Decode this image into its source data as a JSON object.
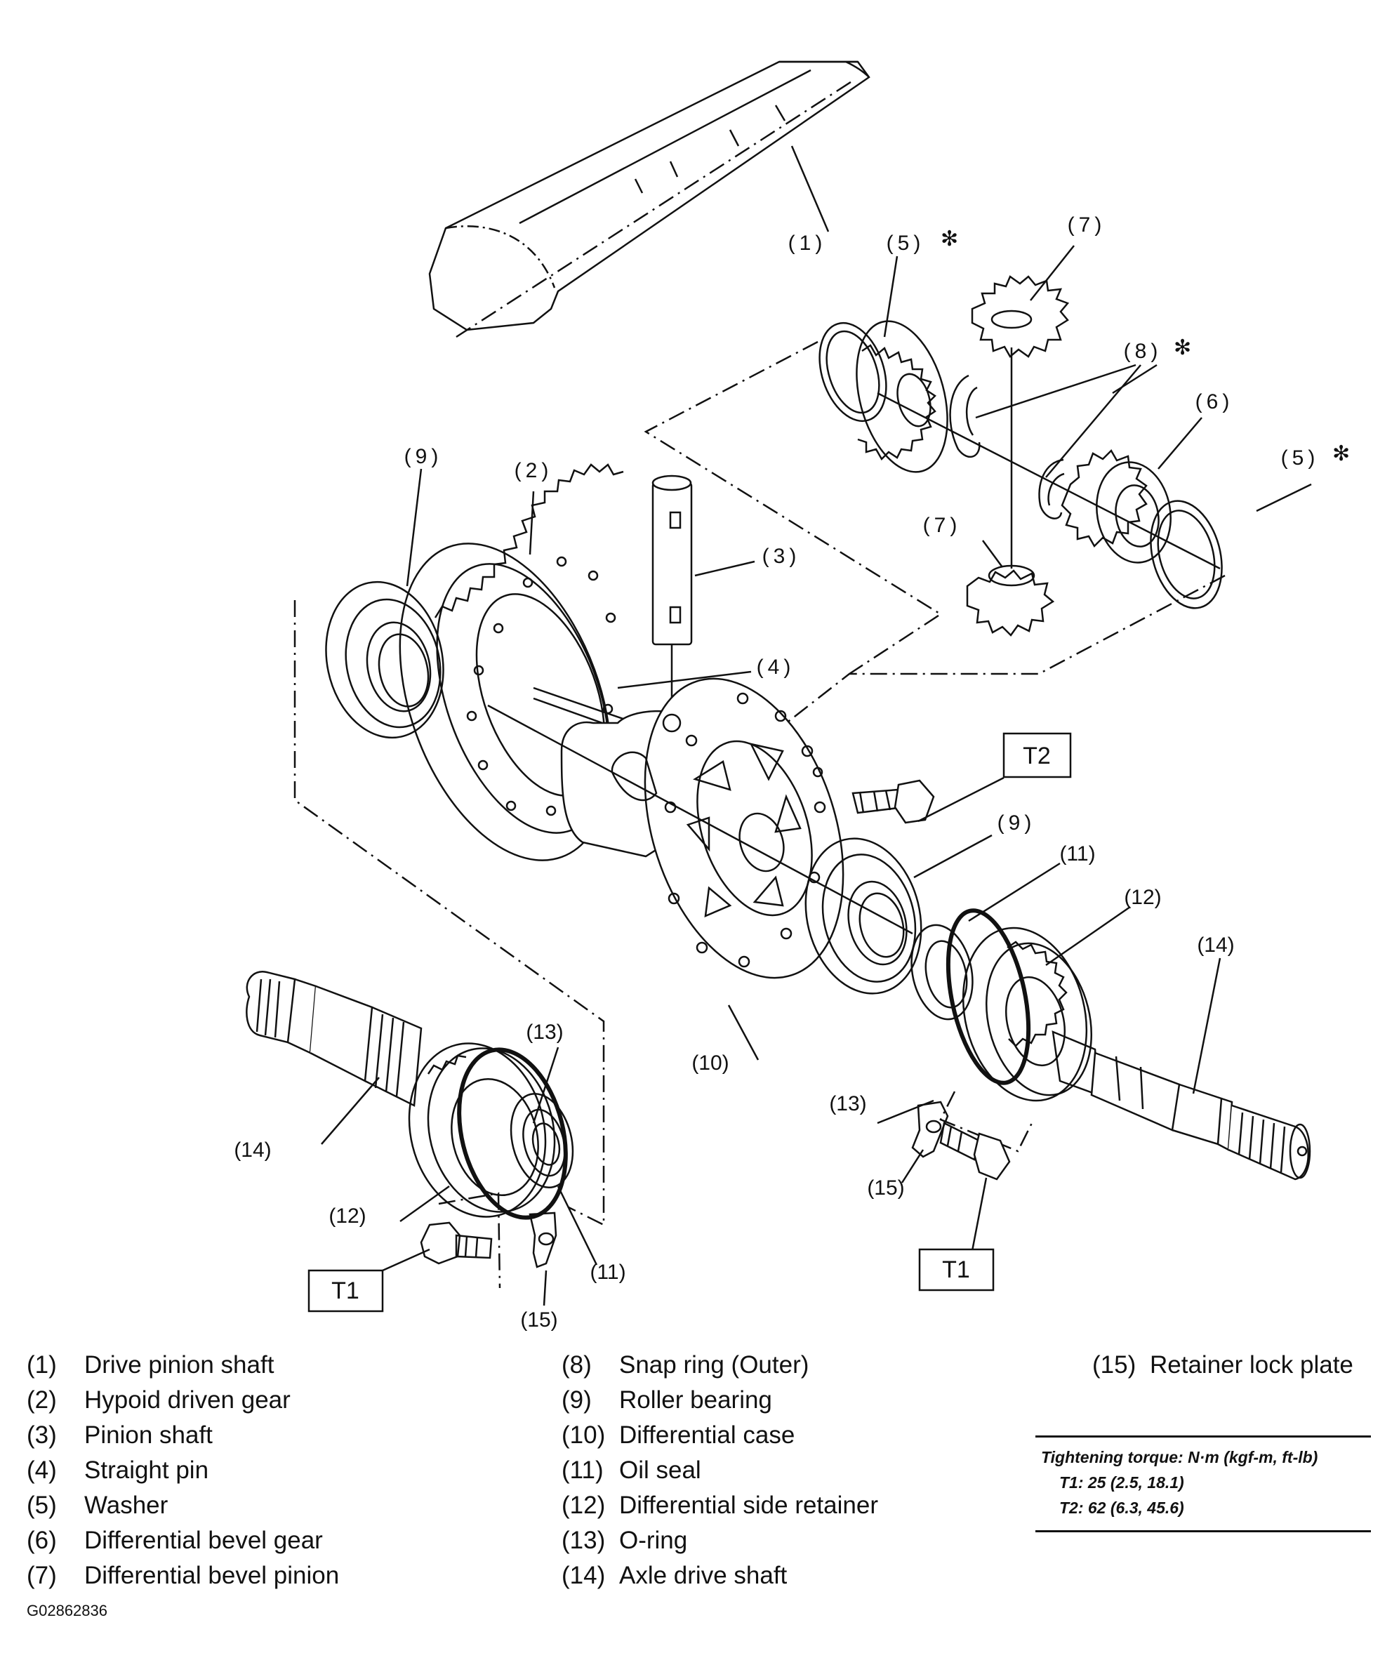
{
  "callouts": {
    "c1": "(1)",
    "c2": "(2)",
    "c3": "(3)",
    "c4": "(4)",
    "c5a": "(5)",
    "c5b": "(5)",
    "c6": "(6)",
    "c7a": "(7)",
    "c7b": "(7)",
    "c8": "(8)",
    "c9a": "(9)",
    "c9b": "(9)",
    "c10": "(10)",
    "c11a": "(11)",
    "c11b": "(11)",
    "c12a": "(12)",
    "c12b": "(12)",
    "c13a": "(13)",
    "c13b": "(13)",
    "c14a": "(14)",
    "c14b": "(14)",
    "c15a": "(15)",
    "c15b": "(15)",
    "asterisk": "✻"
  },
  "torque_labels": {
    "t1_left": "T1",
    "t1_right": "T1",
    "t2": "T2"
  },
  "legend": {
    "col1": [
      {
        "num": "(1)",
        "text": "Drive pinion shaft"
      },
      {
        "num": "(2)",
        "text": "Hypoid driven gear"
      },
      {
        "num": "(3)",
        "text": "Pinion shaft"
      },
      {
        "num": "(4)",
        "text": "Straight pin"
      },
      {
        "num": "(5)",
        "text": "Washer"
      },
      {
        "num": "(6)",
        "text": "Differential bevel gear"
      },
      {
        "num": "(7)",
        "text": "Differential bevel pinion"
      }
    ],
    "col2": [
      {
        "num": "(8)",
        "text": "Snap ring (Outer)"
      },
      {
        "num": "(9)",
        "text": "Roller bearing"
      },
      {
        "num": "(10)",
        "text": "Differential case"
      },
      {
        "num": "(11)",
        "text": "Oil seal"
      },
      {
        "num": "(12)",
        "text": "Differential side retainer"
      },
      {
        "num": "(13)",
        "text": "O-ring"
      },
      {
        "num": "(14)",
        "text": "Axle drive shaft"
      }
    ],
    "col3": [
      {
        "num": "(15)",
        "text": "Retainer lock plate"
      }
    ]
  },
  "torque_spec": {
    "title": "Tightening torque: N·m (kgf-m, ft-lb)",
    "t1": "T1: 25 (2.5, 18.1)",
    "t2": "T2: 62 (6.3, 45.6)"
  },
  "figure_code": "G02862836"
}
